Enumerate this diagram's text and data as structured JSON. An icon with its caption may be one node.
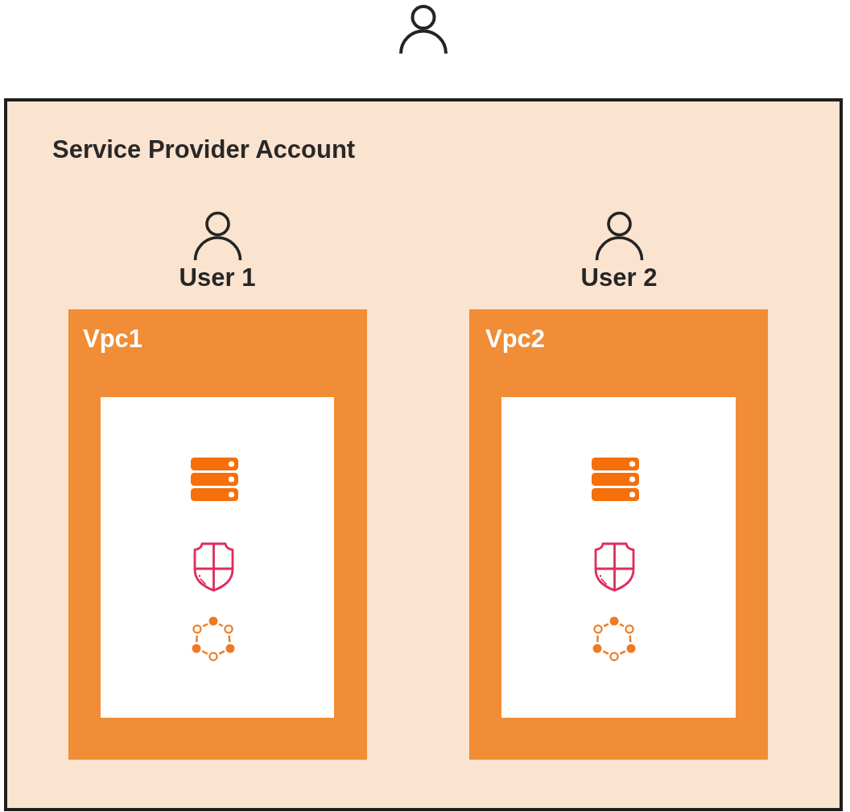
{
  "diagram": {
    "nodes": [
      {
        "text": [],
        "shape": "person"
      },
      {
        "text": [
          "Service Provider Account"
        ]
      },
      {
        "text": [
          "User 1"
        ],
        "in": 1
      },
      {
        "text": [
          "User 2"
        ],
        "in": 1
      },
      {
        "text": [
          "Vpc1"
        ],
        "in": 1
      },
      {
        "text": [],
        "shape": "box",
        "in": 4
      },
      {
        "text": [
          "Vpc2"
        ],
        "in": 1
      },
      {
        "text": [],
        "shape": "box",
        "in": 6
      }
    ]
  }
}
